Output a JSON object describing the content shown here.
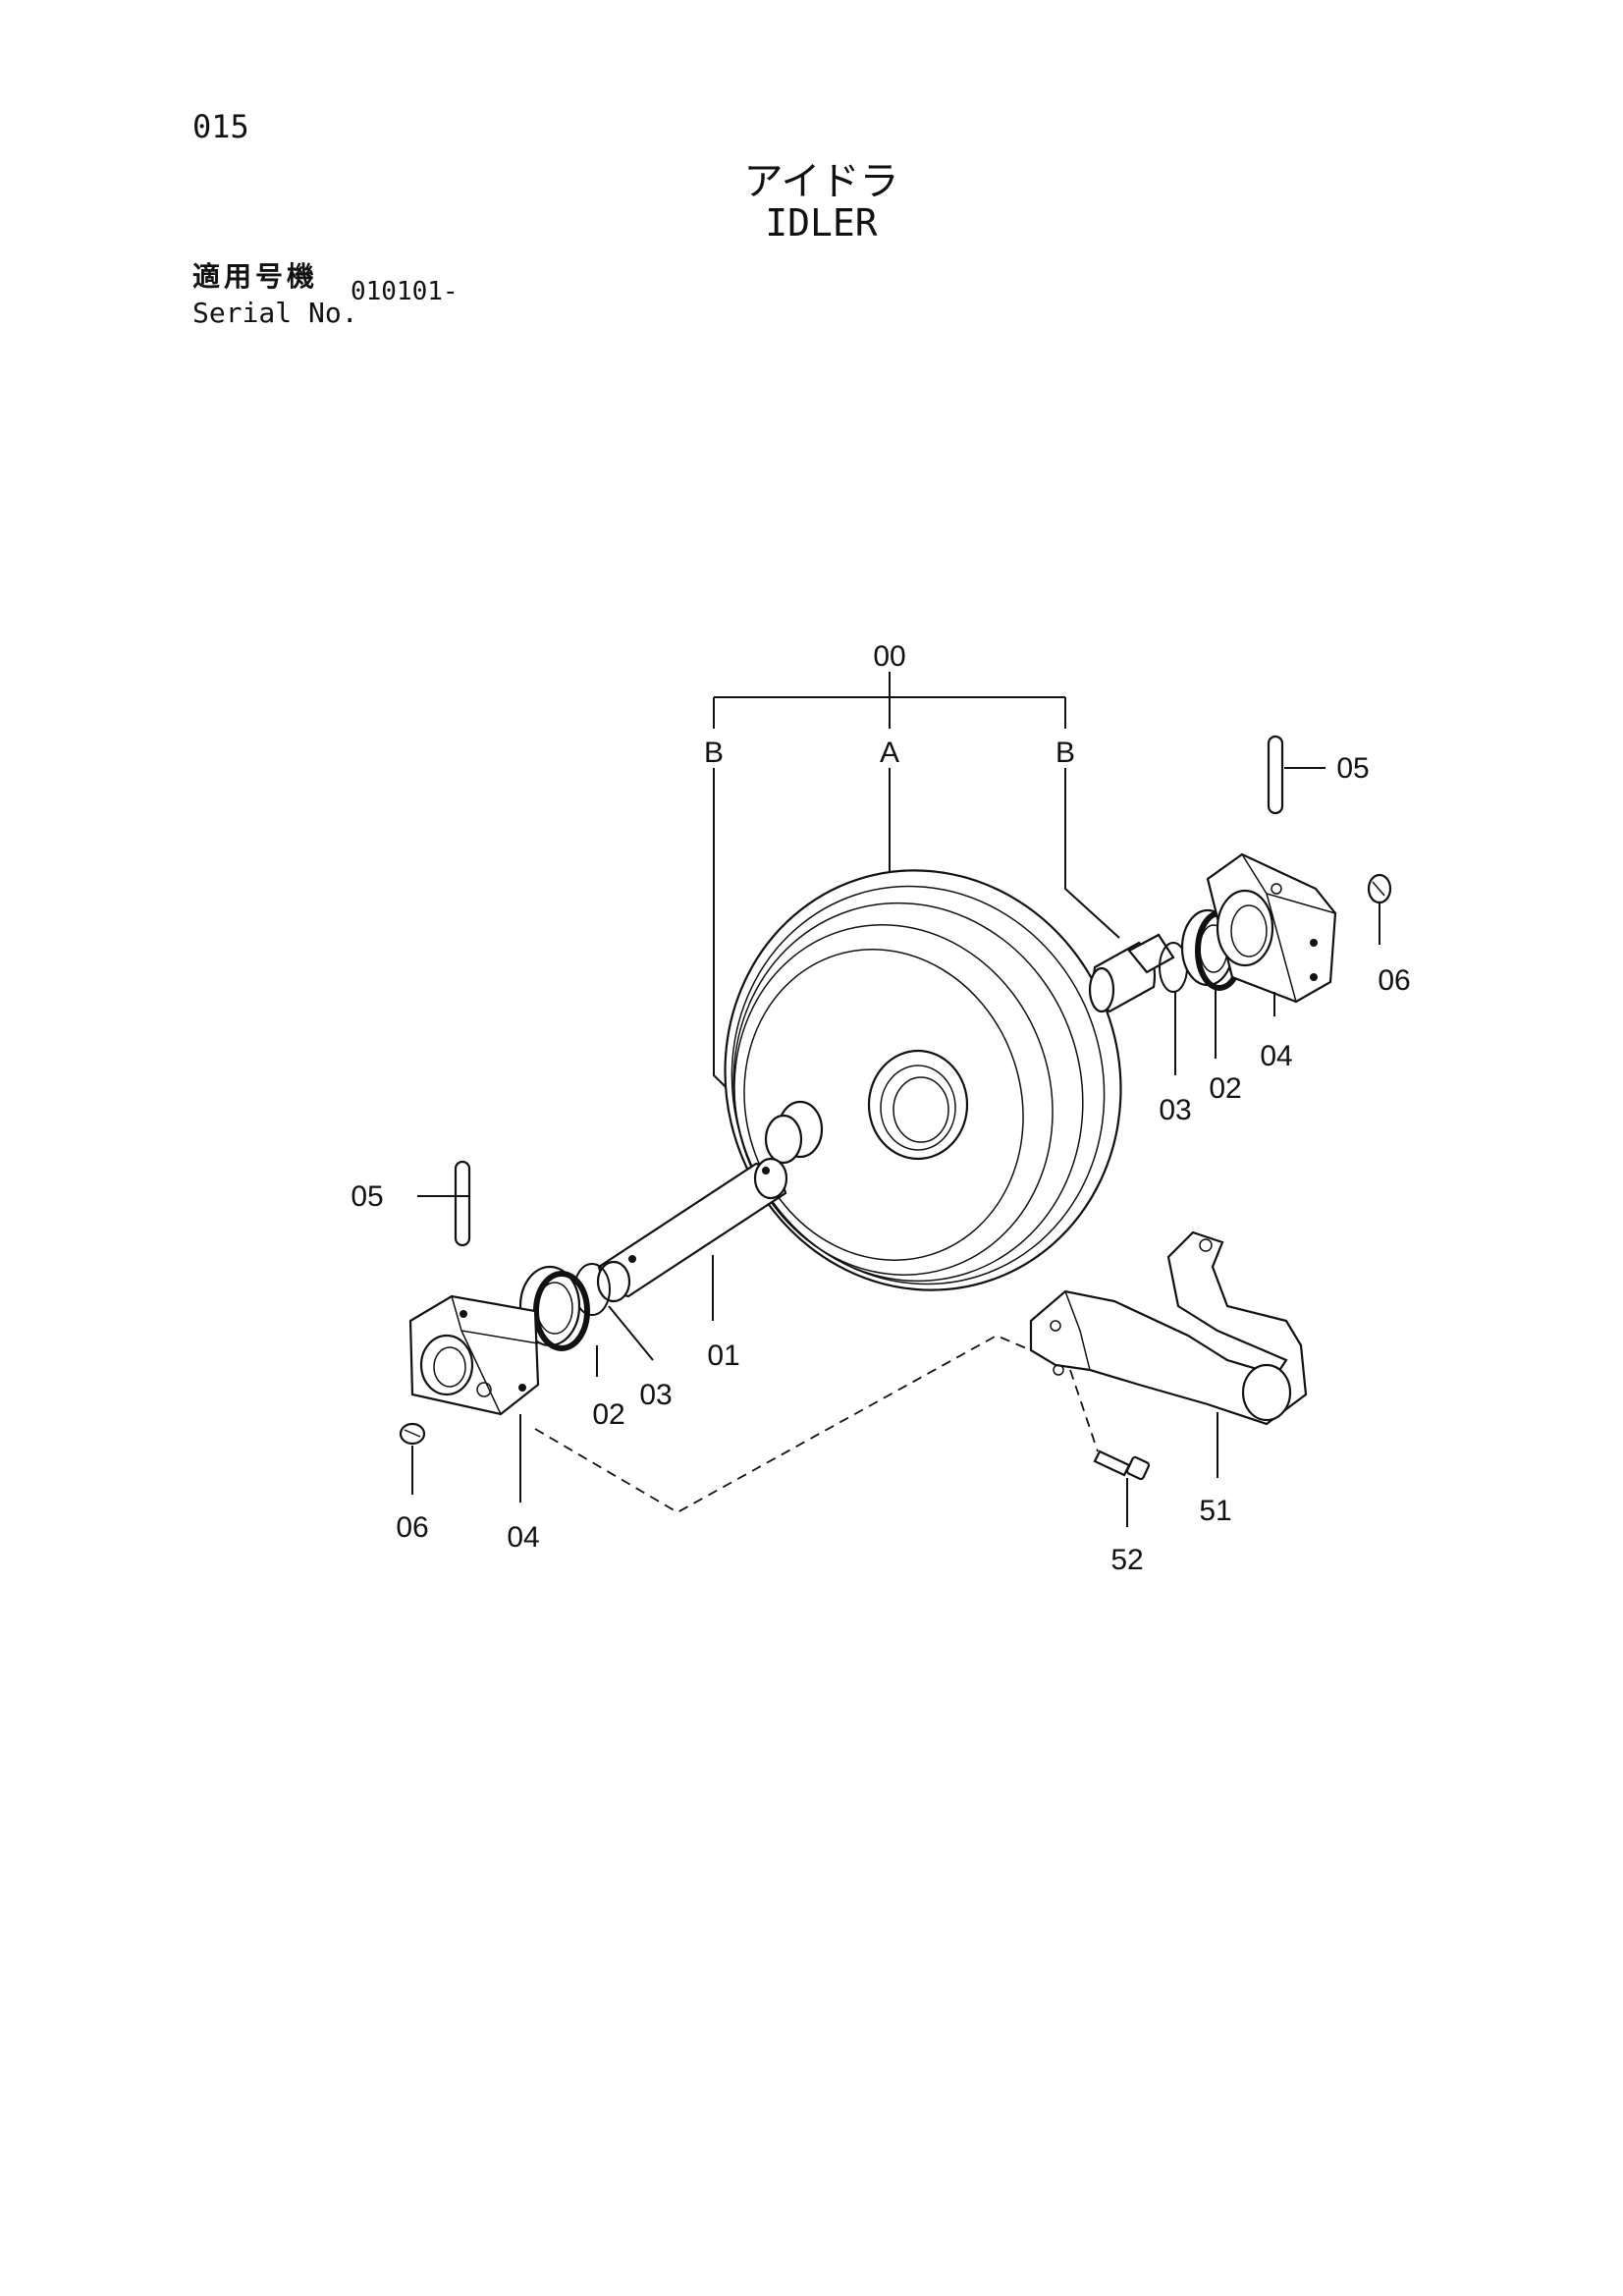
{
  "header": {
    "page_number": "015",
    "title_jp": "アイドラ",
    "title_en": "IDLER",
    "serial_label_jp": "適用号機",
    "serial_label_en": "Serial No.",
    "serial_value": "010101-"
  },
  "callouts": {
    "assembly": "00",
    "group_b_left": "B",
    "group_a": "A",
    "group_b_right": "B",
    "pin_right": "05",
    "plug_right": "06",
    "block_right": "04",
    "seal_right": "02",
    "oring_right": "03",
    "pin_left": "05",
    "shaft": "01",
    "oring_left": "03",
    "seal_left": "02",
    "plug_left": "06",
    "block_left": "04",
    "bracket": "51",
    "bolt": "52"
  }
}
